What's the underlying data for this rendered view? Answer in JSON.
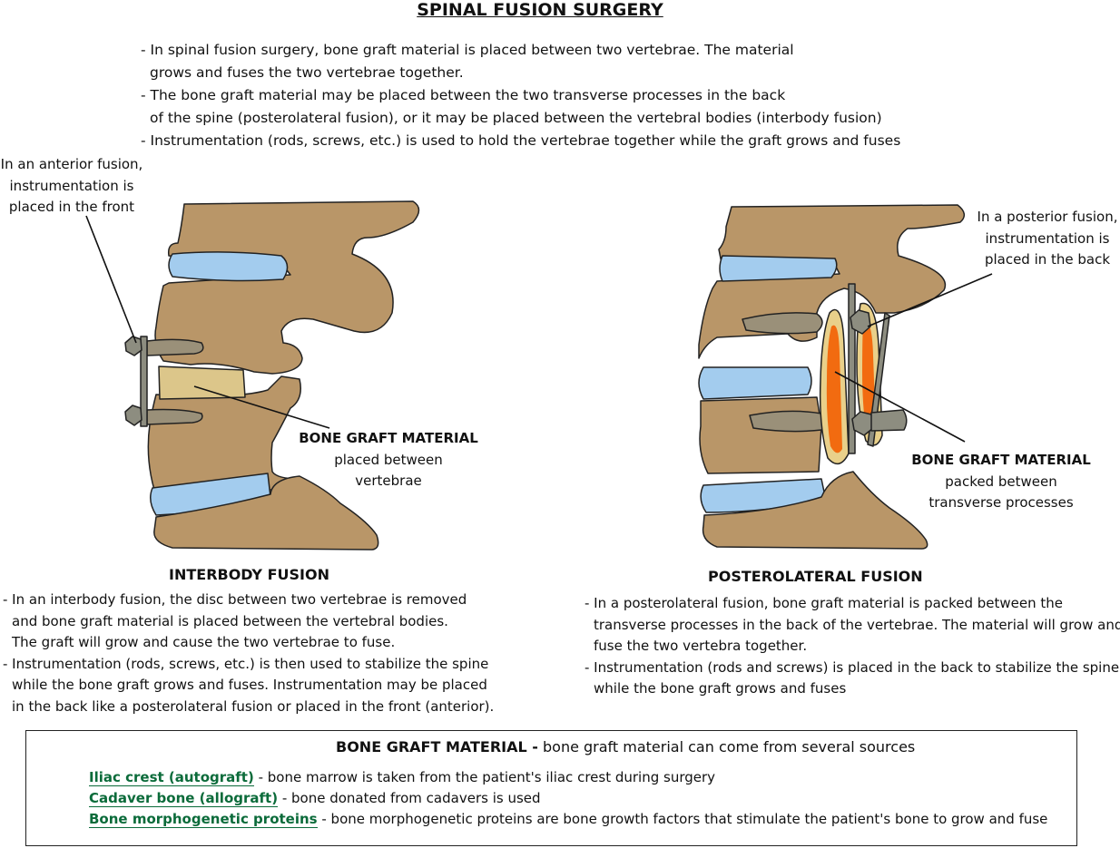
{
  "title": "SPINAL FUSION SURGERY",
  "intro": [
    "- In spinal fusion surgery, bone graft material is placed between two vertebrae. The material",
    "grows and fuses the two vertebrae together.",
    "- The bone graft material may be placed between the two transverse processes in the back",
    "of the spine (posterolateral fusion), or it may be placed between the vertebral bodies (interbody fusion)",
    "- Instrumentation (rods, screws, etc.) is used to hold the vertebrae together while the graft grows and fuses"
  ],
  "left": {
    "anterior_note": [
      "In an anterior fusion,",
      "instrumentation is",
      "placed in the front"
    ],
    "graft_label": "BONE GRAFT MATERIAL",
    "graft_sub": [
      "placed between",
      "vertebrae"
    ],
    "heading": "INTERBODY FUSION",
    "description": [
      "- In an interbody fusion, the disc between two vertebrae is removed",
      "and bone graft material is placed between the vertebral bodies.",
      "The graft will grow and cause the two vertebrae to fuse.",
      "- Instrumentation (rods, screws, etc.) is then used to stabilize the spine",
      "while the bone graft grows and fuses. Instrumentation may be placed",
      "in the back like a posterolateral fusion or placed in the front (anterior)."
    ]
  },
  "right": {
    "posterior_note": [
      "In a posterior fusion,",
      "instrumentation is",
      "placed in the back"
    ],
    "graft_label": "BONE GRAFT MATERIAL",
    "graft_sub": [
      "packed between",
      "transverse processes"
    ],
    "heading": "POSTEROLATERAL FUSION",
    "description": [
      "- In a posterolateral fusion, bone graft material is packed  between the",
      "transverse processes in the back of the vertebrae. The material will grow and",
      "fuse the two vertebra together.",
      "- Instrumentation (rods and screws) is placed in the back to stabilize the spine",
      "while the bone graft grows and fuses"
    ]
  },
  "sources": {
    "title_bold": "BONE GRAFT MATERIAL -",
    "title_rest": " bone graft material can come from several sources",
    "items": [
      {
        "term": "Iliac crest (autograft)",
        "desc": " - bone marrow is taken from the patient's iliac crest during surgery"
      },
      {
        "term": "Cadaver bone (allograft)",
        "desc": " - bone donated from cadavers is used"
      },
      {
        "term": "Bone morphogenetic proteins",
        "desc": " - bone morphogenetic proteins are bone growth factors that stimulate the patient's bone to grow and fuse"
      }
    ]
  },
  "colors": {
    "bone": "#b99668",
    "disc": "#a3ccee",
    "graft": "#dcc68a",
    "graft_orange": "#f26b10",
    "graft_yellow": "#e9d08a",
    "hardware": "#8d8d80",
    "link": "#0b6b3a"
  }
}
